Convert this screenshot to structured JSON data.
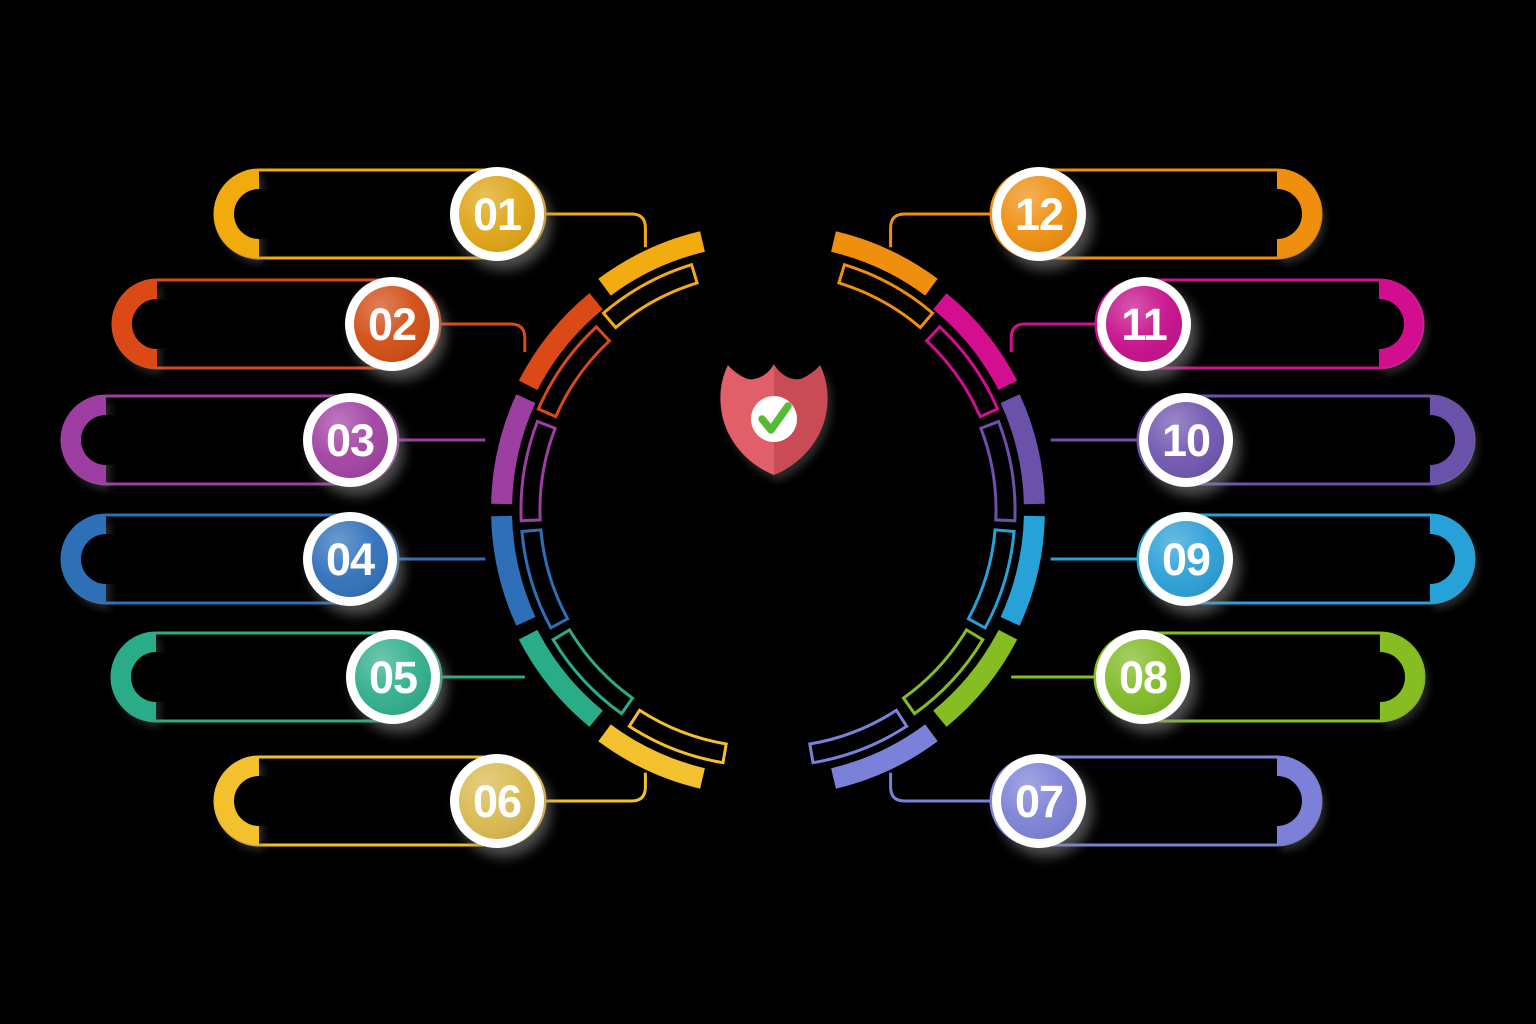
{
  "background_color": "#000000",
  "center_badge": {
    "icon": "shield-check-icon",
    "shield_left_color": "#E05F69",
    "shield_right_color": "#C94C55",
    "badge_circle_color": "#FFFFFF",
    "check_color": "#57BA31"
  },
  "items": [
    {
      "number": "01",
      "side": "left",
      "row": 0,
      "color": "#F2AB10",
      "circle_color": "#DFA414"
    },
    {
      "number": "02",
      "side": "left",
      "row": 1,
      "color": "#DB4A16",
      "circle_color": "#D14B13"
    },
    {
      "number": "03",
      "side": "left",
      "row": 2,
      "color": "#9D3EA1",
      "circle_color": "#A140A3"
    },
    {
      "number": "04",
      "side": "left",
      "row": 3,
      "color": "#2E6FB7",
      "circle_color": "#2F70BA"
    },
    {
      "number": "05",
      "side": "left",
      "row": 4,
      "color": "#2BAC88",
      "circle_color": "#2FAE8B"
    },
    {
      "number": "06",
      "side": "left",
      "row": 5,
      "color": "#F3C02E",
      "circle_color": "#D9B94E"
    },
    {
      "number": "07",
      "side": "right",
      "row": 5,
      "color": "#7B80D9",
      "circle_color": "#7B80D6"
    },
    {
      "number": "08",
      "side": "right",
      "row": 4,
      "color": "#85BD23",
      "circle_color": "#7FBA25"
    },
    {
      "number": "09",
      "side": "right",
      "row": 3,
      "color": "#27A2D8",
      "circle_color": "#2A9FD6"
    },
    {
      "number": "10",
      "side": "right",
      "row": 2,
      "color": "#6B51A9",
      "circle_color": "#6F55B0"
    },
    {
      "number": "11",
      "side": "right",
      "row": 1,
      "color": "#D30E8F",
      "circle_color": "#C50E8B"
    },
    {
      "number": "12",
      "side": "right",
      "row": 0,
      "color": "#F08E0E",
      "circle_color": "#EF8E0F"
    }
  ]
}
